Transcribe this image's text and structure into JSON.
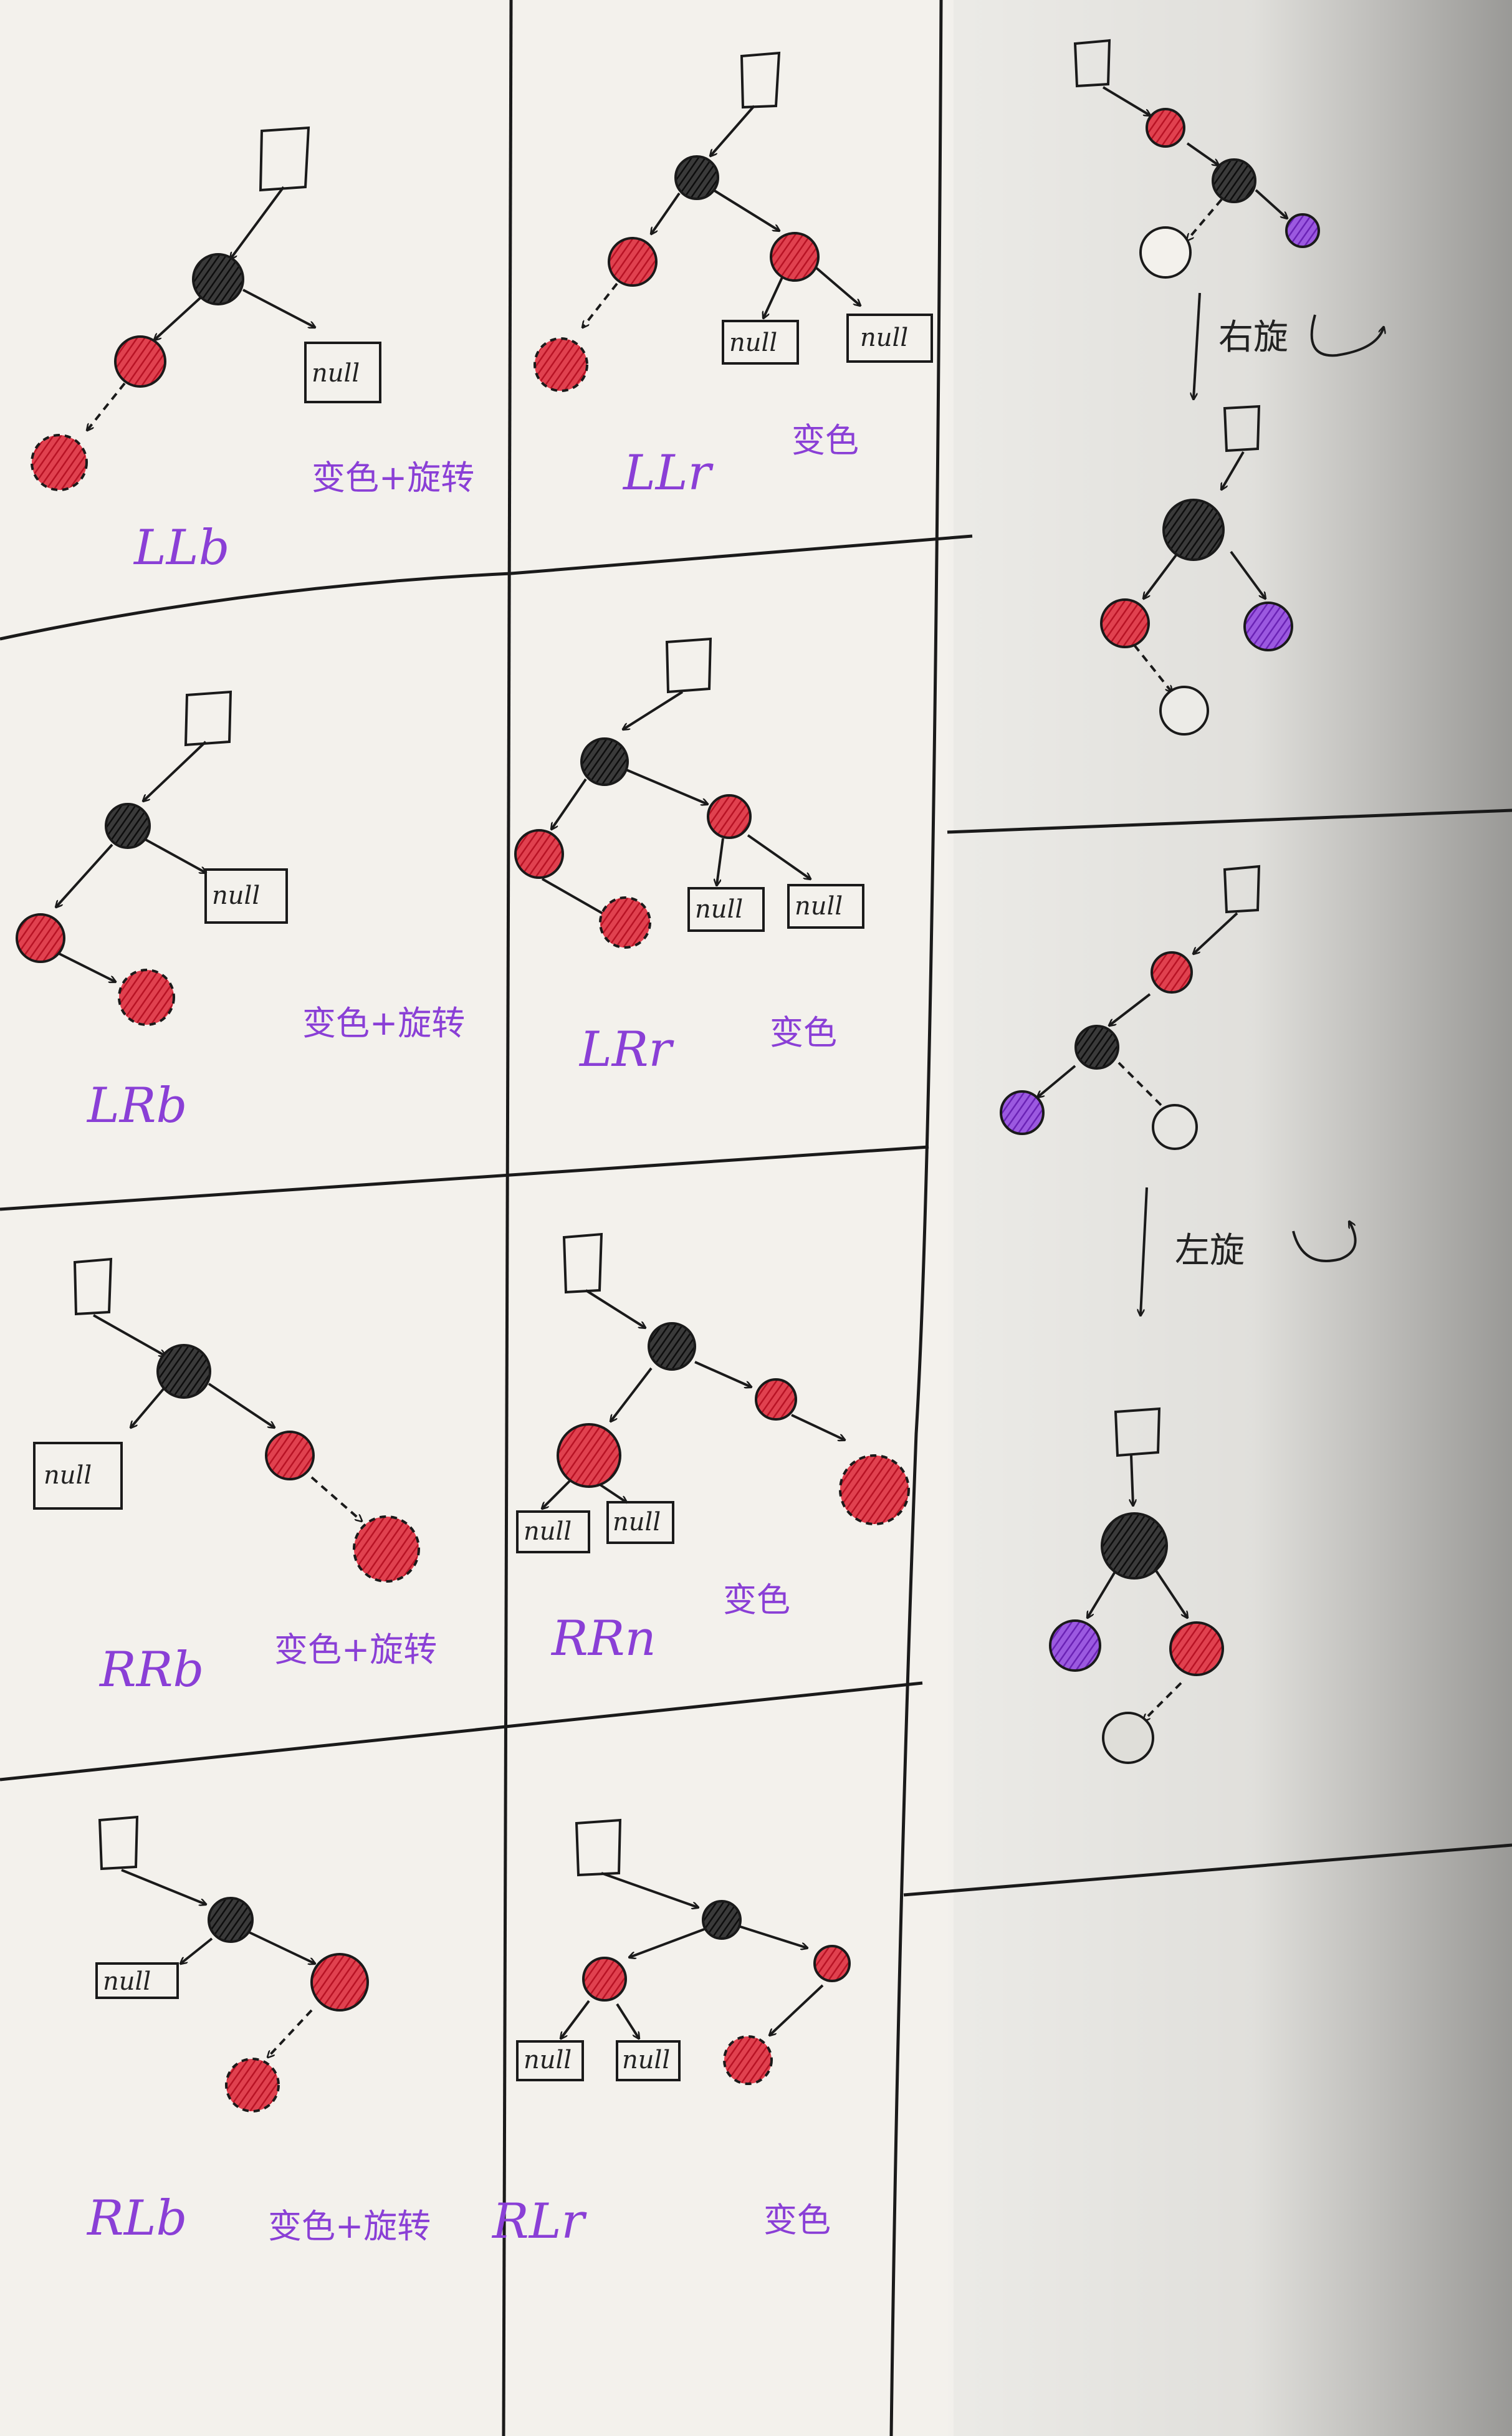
{
  "colors": {
    "paper": "#f3f1ec",
    "ink": "#1a1a1a",
    "red": "#d8283c",
    "purple": "#8a3fd6",
    "black_node": "#1a1a1a"
  },
  "null_label": "null",
  "cases": [
    {
      "id": "llb",
      "name": "LLb",
      "action": "变色+旋转"
    },
    {
      "id": "llr",
      "name": "LLr",
      "action": "变色"
    },
    {
      "id": "lrb",
      "name": "LRb",
      "action": "变色+旋转"
    },
    {
      "id": "lrr",
      "name": "LRr",
      "action": "变色"
    },
    {
      "id": "rrb",
      "name": "RRb",
      "action": "变色+旋转"
    },
    {
      "id": "rrn",
      "name": "RRn",
      "action": "变色"
    },
    {
      "id": "rlb",
      "name": "RLb",
      "action": "变色+旋转"
    },
    {
      "id": "rlr",
      "name": "RLr",
      "action": "变色"
    }
  ],
  "rotations": [
    {
      "id": "rot-right",
      "label": "右旋"
    },
    {
      "id": "rot-left",
      "label": "左旋"
    }
  ]
}
